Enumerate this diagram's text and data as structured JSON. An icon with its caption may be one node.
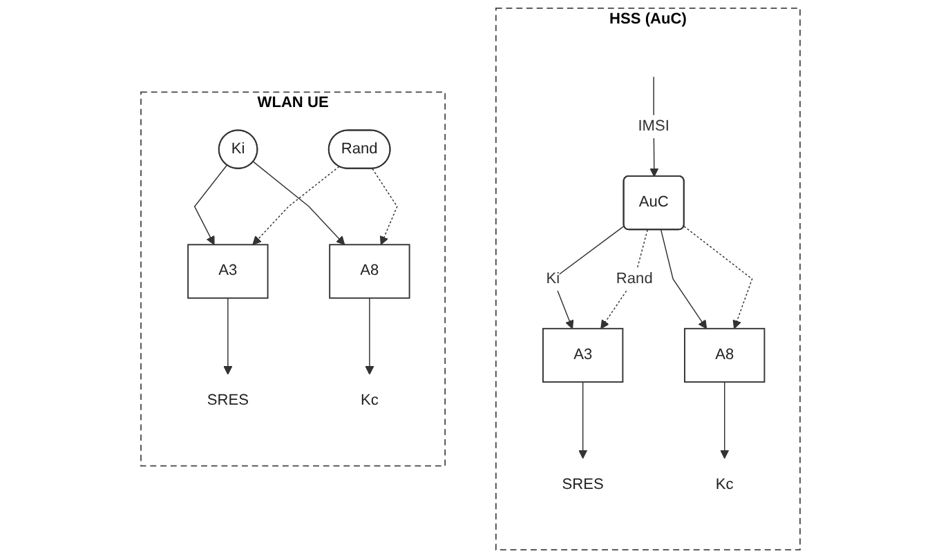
{
  "diagram": {
    "nodes": [
      {
        "text": [
          "HSS (AuC)"
        ]
      },
      {
        "text": [
          "AuC"
        ],
        "in": 0
      },
      {
        "text": [
          "A3"
        ],
        "in": 0
      },
      {
        "text": [
          "A8"
        ],
        "in": 0
      },
      {
        "text": [
          "SRES"
        ],
        "in": 0
      },
      {
        "text": [
          "Kc"
        ],
        "in": 0
      },
      {
        "text": [
          "WLAN UE"
        ]
      },
      {
        "text": [
          "Ki"
        ],
        "in": 6
      },
      {
        "text": [
          "Rand"
        ],
        "in": 6
      },
      {
        "text": [
          "A3"
        ],
        "in": 6
      },
      {
        "text": [
          "A8"
        ],
        "in": 6
      },
      {
        "text": [
          "SRES"
        ],
        "in": 6
      },
      {
        "text": [
          "Kc"
        ],
        "in": 6
      }
    ],
    "edges": [
      {
        "from": null,
        "to": 1,
        "arrow": "to",
        "label": "IMSI"
      },
      {
        "from": 1,
        "to": 2,
        "arrow": "to",
        "label": "Ki"
      },
      {
        "from": 1,
        "to": 3,
        "arrow": "to"
      },
      {
        "from": 1,
        "to": 2,
        "arrow": "to",
        "style": "dashed",
        "label": "Rand"
      },
      {
        "from": 1,
        "to": 3,
        "arrow": "to",
        "style": "dashed"
      },
      {
        "from": 2,
        "to": 4,
        "arrow": "to"
      },
      {
        "from": 3,
        "to": 5,
        "arrow": "to"
      },
      {
        "from": 7,
        "to": 9,
        "arrow": "to"
      },
      {
        "from": 7,
        "to": 10,
        "arrow": "to"
      },
      {
        "from": 8,
        "to": 9,
        "arrow": "to",
        "style": "dashed"
      },
      {
        "from": 8,
        "to": 10,
        "arrow": "to",
        "style": "dashed"
      },
      {
        "from": 9,
        "to": 11,
        "arrow": "to"
      },
      {
        "from": 10,
        "to": 12,
        "arrow": "to"
      }
    ]
  }
}
